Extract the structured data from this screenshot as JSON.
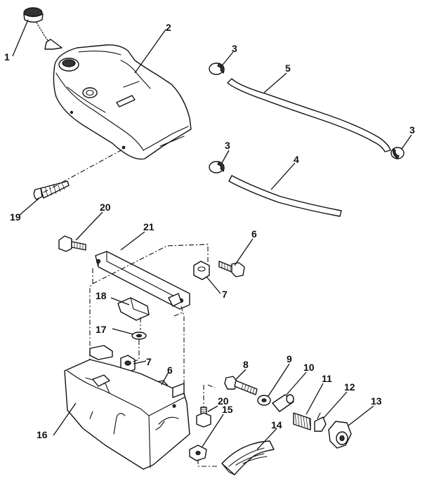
{
  "callouts": [
    {
      "id": "1",
      "label": "1"
    },
    {
      "id": "2",
      "label": "2"
    },
    {
      "id": "3a",
      "label": "3"
    },
    {
      "id": "3b",
      "label": "3"
    },
    {
      "id": "3c",
      "label": "3"
    },
    {
      "id": "4",
      "label": "4"
    },
    {
      "id": "5",
      "label": "5"
    },
    {
      "id": "6a",
      "label": "6"
    },
    {
      "id": "6b",
      "label": "6"
    },
    {
      "id": "7a",
      "label": "7"
    },
    {
      "id": "7b",
      "label": "7"
    },
    {
      "id": "8",
      "label": "8"
    },
    {
      "id": "9",
      "label": "9"
    },
    {
      "id": "10",
      "label": "10"
    },
    {
      "id": "11",
      "label": "11"
    },
    {
      "id": "12",
      "label": "12"
    },
    {
      "id": "13",
      "label": "13"
    },
    {
      "id": "14",
      "label": "14"
    },
    {
      "id": "15",
      "label": "15"
    },
    {
      "id": "16",
      "label": "16"
    },
    {
      "id": "17",
      "label": "17"
    },
    {
      "id": "18",
      "label": "18"
    },
    {
      "id": "19",
      "label": "19"
    },
    {
      "id": "20a",
      "label": "20"
    },
    {
      "id": "20b",
      "label": "20"
    },
    {
      "id": "21",
      "label": "21"
    }
  ]
}
